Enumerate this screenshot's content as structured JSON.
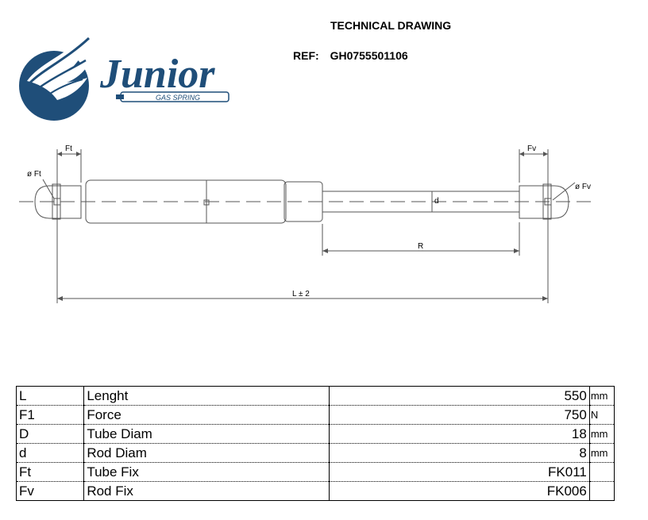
{
  "header": {
    "title": "TECHNICAL DRAWING",
    "ref_label": "REF:",
    "ref_value": "GH0755501106"
  },
  "logo": {
    "brand": "Junior",
    "tagline": "GAS SPRING",
    "colors": {
      "primary": "#1f4e79"
    }
  },
  "drawing": {
    "labels": {
      "ft": "Ft",
      "fv": "Fv",
      "diam_ft": "ø Ft",
      "diam_fv": "ø Fv",
      "d": "d",
      "r": "R",
      "length": "L ± 2"
    }
  },
  "specs": {
    "rows": [
      {
        "code": "L",
        "name": "Lenght",
        "value": "550",
        "unit": "mm"
      },
      {
        "code": "F1",
        "name": "Force",
        "value": "750",
        "unit": "N"
      },
      {
        "code": "D",
        "name": "Tube Diam",
        "value": "18",
        "unit": "mm"
      },
      {
        "code": "d",
        "name": "Rod Diam",
        "value": "8",
        "unit": "mm"
      },
      {
        "code": "Ft",
        "name": "Tube Fix",
        "value": "FK011",
        "unit": ""
      },
      {
        "code": "Fv",
        "name": "Rod Fix",
        "value": "FK006",
        "unit": ""
      }
    ]
  }
}
